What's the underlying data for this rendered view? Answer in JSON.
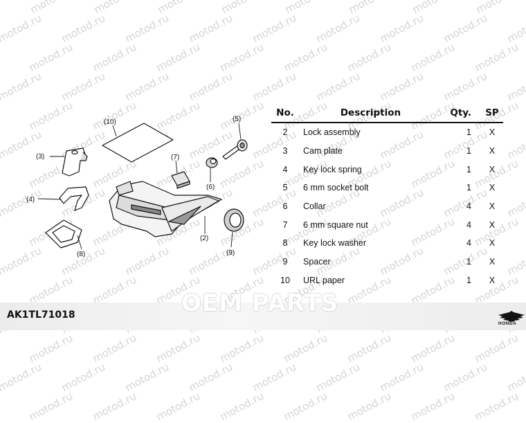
{
  "watermark": "motod.ru",
  "diagram": {
    "callouts": [
      "(10)",
      "(3)",
      "(7)",
      "(5)",
      "(6)",
      "(4)",
      "(2)",
      "(8)",
      "(9)"
    ]
  },
  "table": {
    "headers": {
      "no": "No.",
      "description": "Description",
      "qty": "Qty.",
      "sp": "SP"
    },
    "rows": [
      {
        "no": "2",
        "description": "Lock assembly",
        "qty": "1",
        "sp": "X"
      },
      {
        "no": "3",
        "description": "Cam plate",
        "qty": "1",
        "sp": "X"
      },
      {
        "no": "4",
        "description": "Key lock spring",
        "qty": "1",
        "sp": "X"
      },
      {
        "no": "5",
        "description": "6 mm socket bolt",
        "qty": "1",
        "sp": "X"
      },
      {
        "no": "6",
        "description": "Collar",
        "qty": "4",
        "sp": "X"
      },
      {
        "no": "7",
        "description": "6 mm square nut",
        "qty": "4",
        "sp": "X"
      },
      {
        "no": "8",
        "description": "Key lock washer",
        "qty": "4",
        "sp": "X"
      },
      {
        "no": "9",
        "description": "Spacer",
        "qty": "1",
        "sp": "X"
      },
      {
        "no": "10",
        "description": "URL paper",
        "qty": "1",
        "sp": "X"
      }
    ]
  },
  "footer": {
    "part_number": "AK1TL71018",
    "logo_text": "OEM PARTS",
    "brand": "HONDA"
  },
  "colors": {
    "ink": "#111111",
    "band": "#ececec",
    "watermark": "#d4d4d4"
  }
}
